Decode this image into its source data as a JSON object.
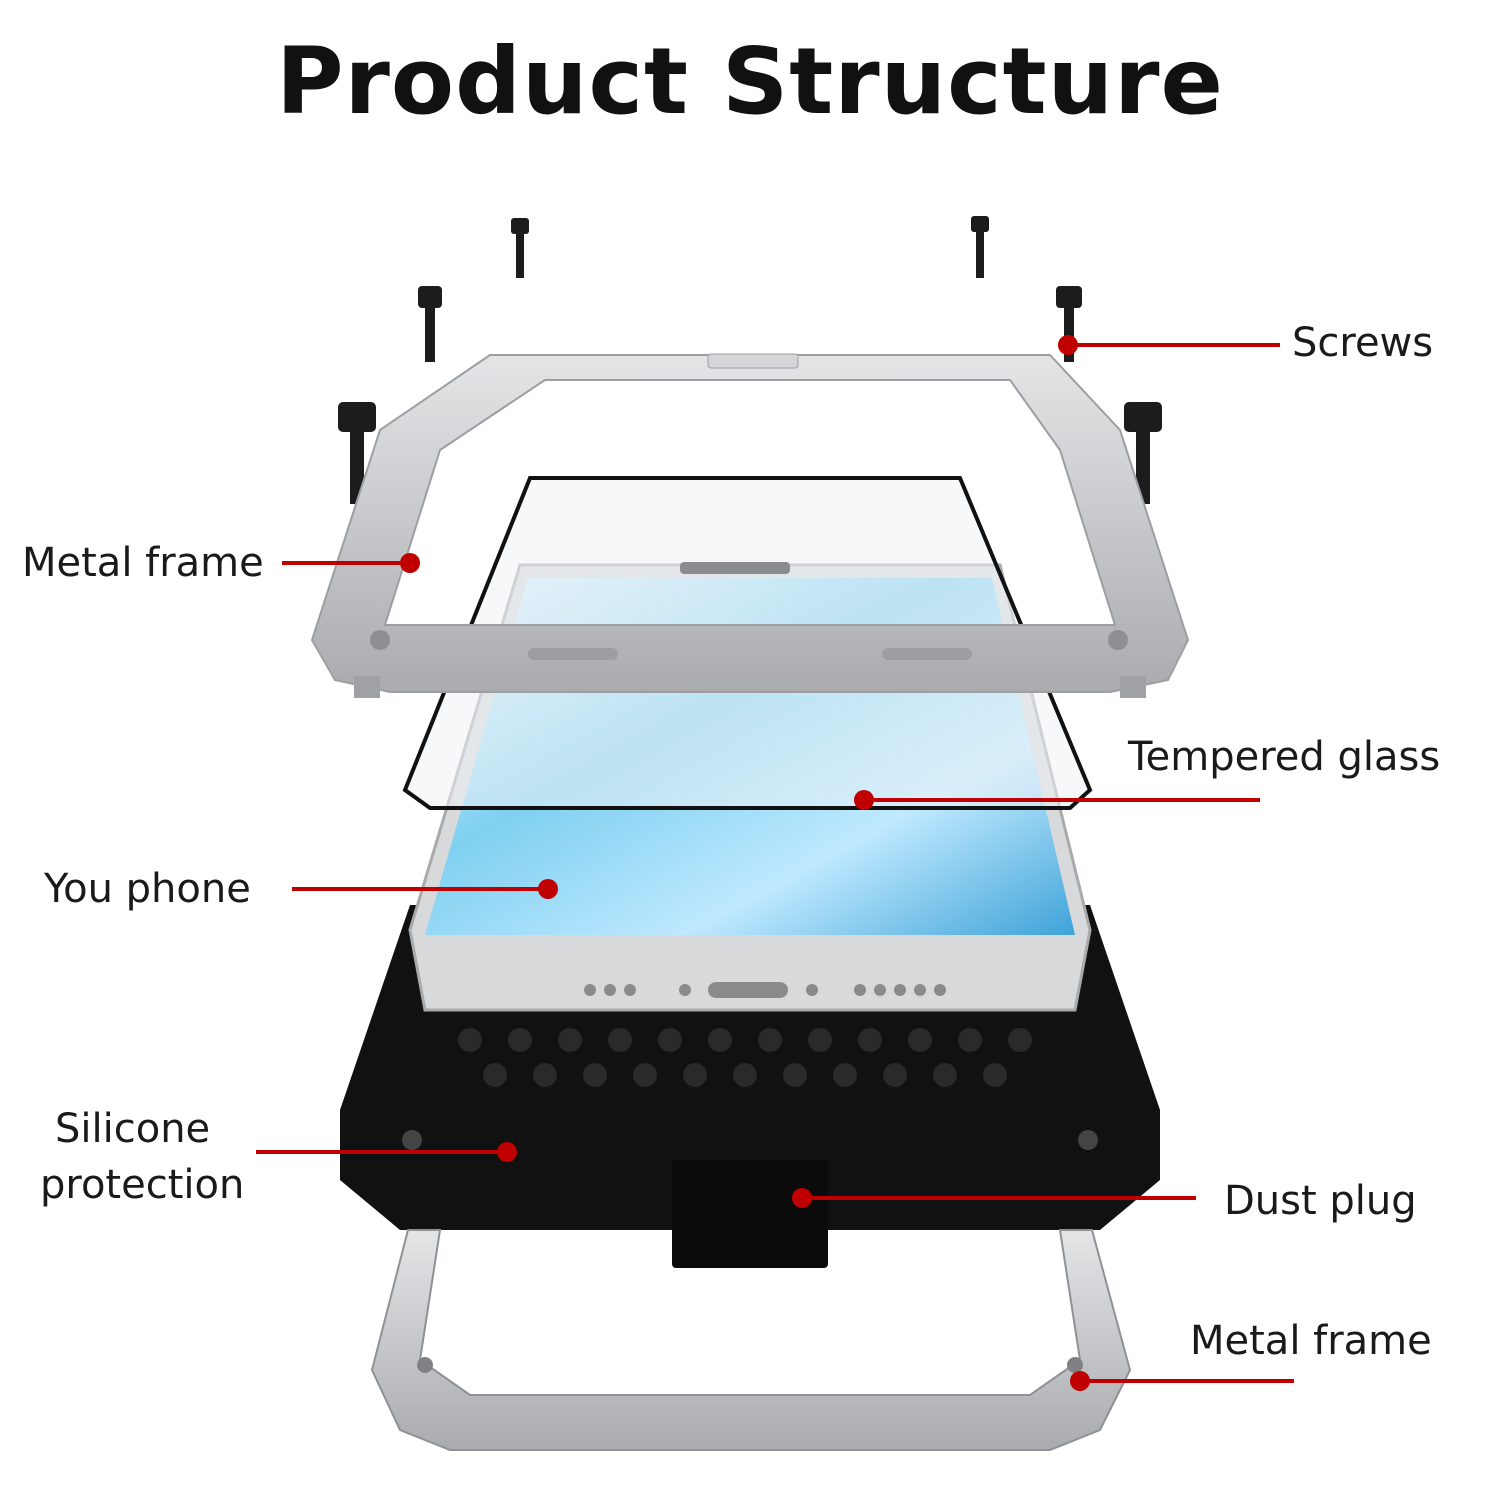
{
  "title": "Product Structure",
  "labels": {
    "screws": "Screws",
    "metal_frame_top": "Metal frame",
    "tempered_glass": "Tempered glass",
    "you_phone": "You phone",
    "silicone_line1": "Silicone",
    "silicone_line2": "protection",
    "dust_plug": "Dust plug",
    "metal_frame_bottom": "Metal frame"
  },
  "colors": {
    "callout": "#c00000",
    "metal": "#c9cbcd",
    "silicone": "#111111"
  }
}
